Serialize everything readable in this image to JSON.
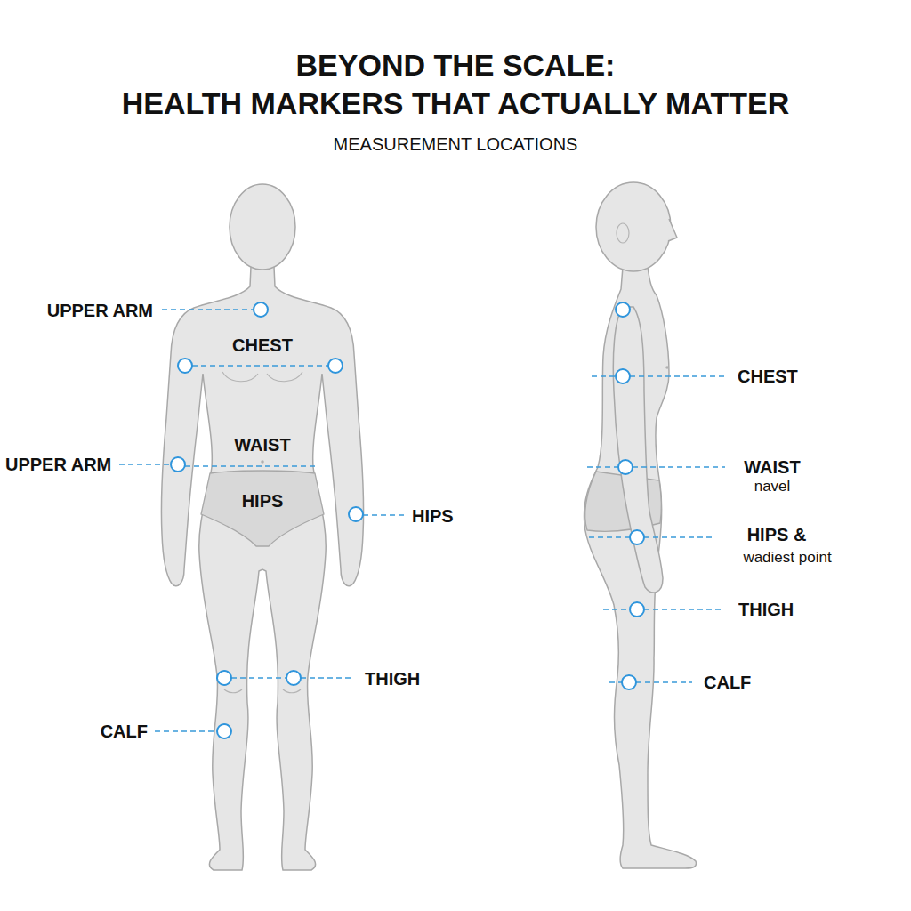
{
  "diagram": {
    "title": "BEYOND THE SCALE: HEALTH MARKERS THAT ACTUALLY MATTER",
    "labels": [
      "MEASUREMENT LOCATIONS",
      "UPPER ARM",
      "CHEST",
      "CHEST",
      "UPPER ARM",
      "WAIST",
      "WAIST",
      "navel",
      "HIPS",
      "HIPS",
      "HIPS &",
      "wadiest point",
      "THIGH",
      "THIGH",
      "CALF",
      "CALF"
    ]
  }
}
